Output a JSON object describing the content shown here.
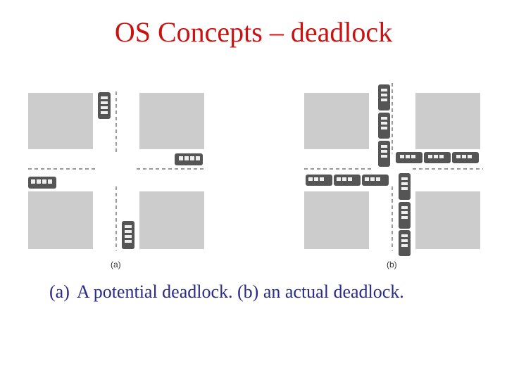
{
  "title": "OS Concepts – deadlock",
  "caption": {
    "part_a": "(a)",
    "part_b": "A potential deadlock. (b) an actual deadlock."
  },
  "panels": [
    {
      "label": "(a)"
    },
    {
      "label": "(b)"
    }
  ],
  "colors": {
    "title": "#cc1111",
    "caption": "#2a2a8a",
    "block": "#cccccc",
    "bus": "#555555",
    "window": "#eeeeee"
  },
  "icons": [
    "city-block",
    "bus-icon",
    "lane-divider"
  ]
}
